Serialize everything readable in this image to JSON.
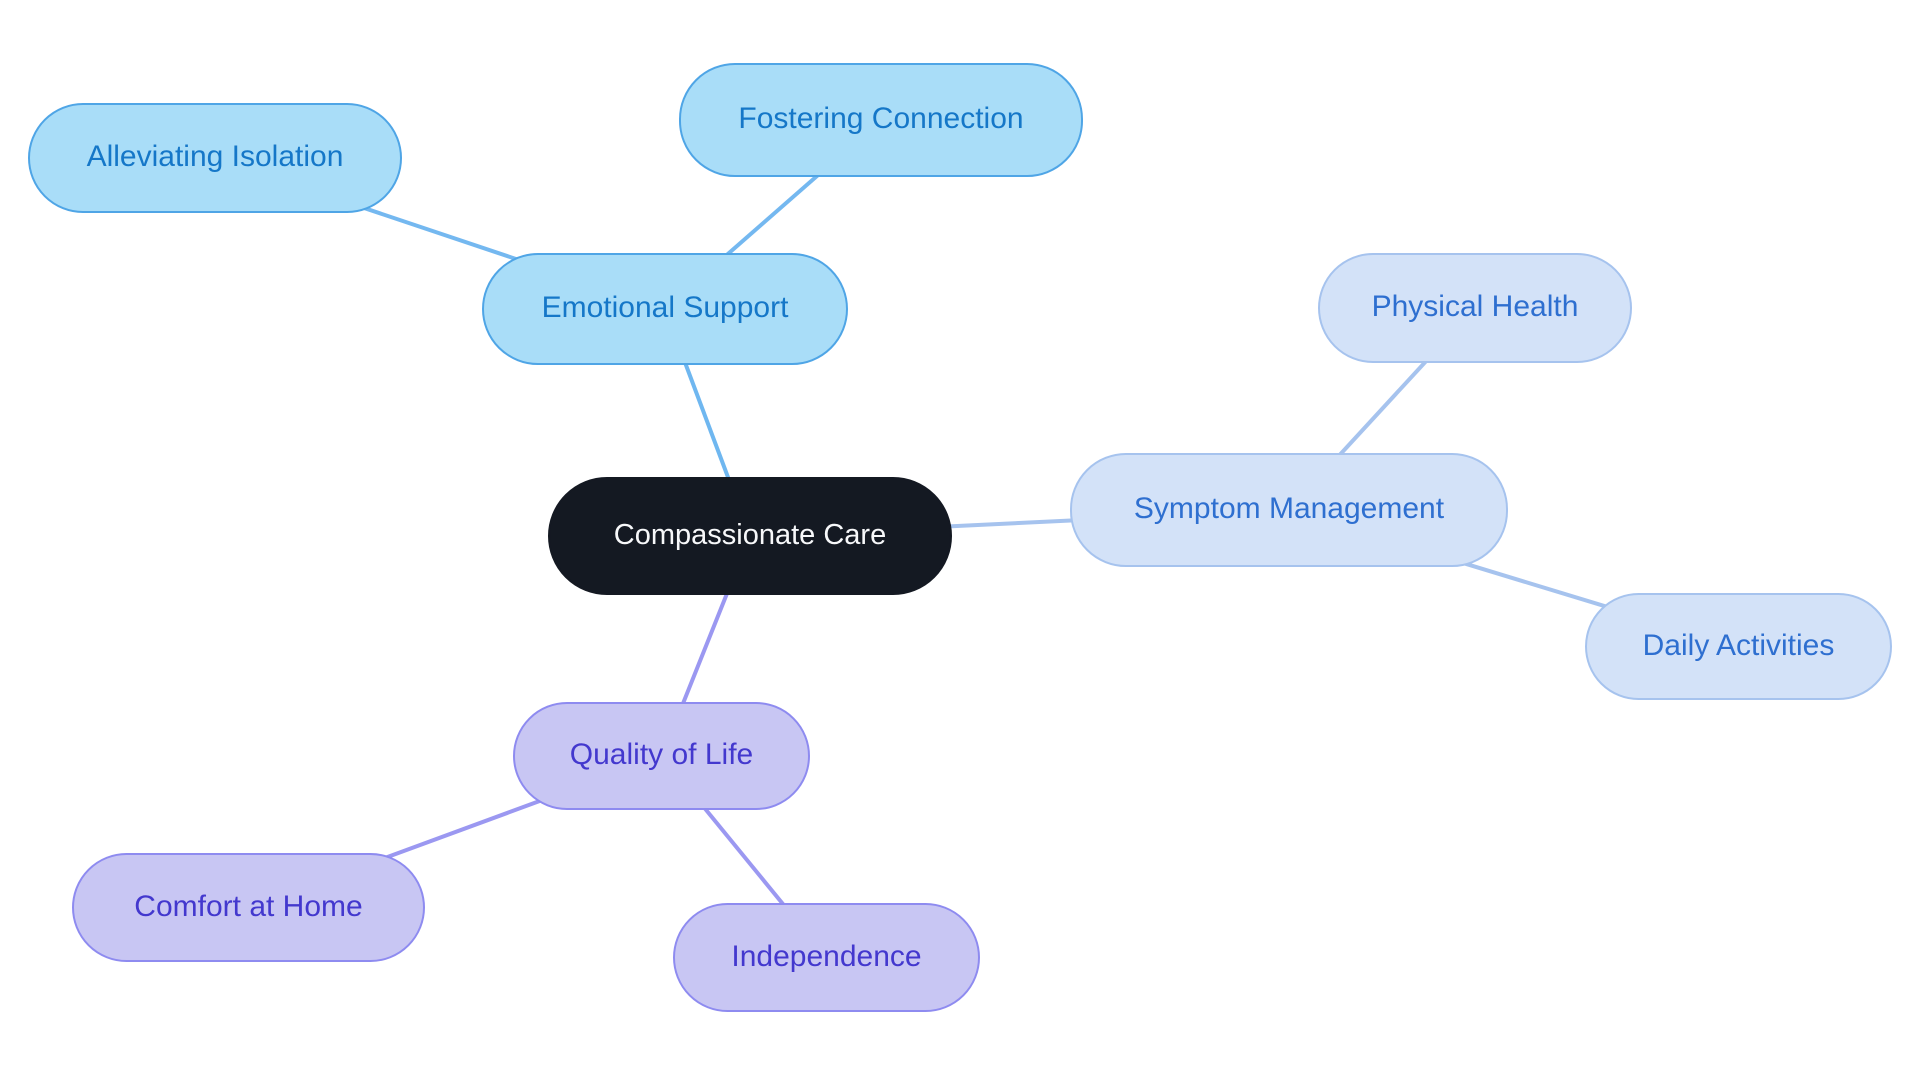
{
  "canvas": {
    "background": "#FFFFFF"
  },
  "nodes": {
    "central": {
      "label": "Compassionate Care",
      "fill": "#141922",
      "border": "#141922",
      "text": "#F7F8FA"
    },
    "emotional_support": {
      "label": "Emotional Support",
      "fill": "#A9DDF8",
      "border": "#4FA5E6",
      "text": "#1577C8"
    },
    "alleviating_isolation": {
      "label": "Alleviating Isolation",
      "fill": "#A9DDF8",
      "border": "#4FA5E6",
      "text": "#1577C8"
    },
    "fostering_connection": {
      "label": "Fostering Connection",
      "fill": "#A9DDF8",
      "border": "#4FA5E6",
      "text": "#1577C8"
    },
    "symptom_management": {
      "label": "Symptom Management",
      "fill": "#D3E2F8",
      "border": "#A6C3EE",
      "text": "#2E6FD0"
    },
    "physical_health": {
      "label": "Physical Health",
      "fill": "#D3E2F8",
      "border": "#A6C3EE",
      "text": "#2E6FD0"
    },
    "daily_activities": {
      "label": "Daily Activities",
      "fill": "#D3E2F8",
      "border": "#A6C3EE",
      "text": "#2E6FD0"
    },
    "quality_of_life": {
      "label": "Quality of Life",
      "fill": "#C8C6F3",
      "border": "#8E8BF0",
      "text": "#4338CE"
    },
    "comfort_at_home": {
      "label": "Comfort at Home",
      "fill": "#C8C6F3",
      "border": "#8E8BF0",
      "text": "#4338CE"
    },
    "independence": {
      "label": "Independence",
      "fill": "#C8C6F3",
      "border": "#8E8BF0",
      "text": "#4338CE"
    }
  },
  "edges": [
    {
      "from": "central",
      "to": "emotional_support",
      "color": "#6FB7F0"
    },
    {
      "from": "emotional_support",
      "to": "alleviating_isolation",
      "color": "#74B8F0"
    },
    {
      "from": "emotional_support",
      "to": "fostering_connection",
      "color": "#74B8F0"
    },
    {
      "from": "central",
      "to": "symptom_management",
      "color": "#A6C3EE"
    },
    {
      "from": "symptom_management",
      "to": "physical_health",
      "color": "#A6C3EE"
    },
    {
      "from": "symptom_management",
      "to": "daily_activities",
      "color": "#A6C3EE"
    },
    {
      "from": "central",
      "to": "quality_of_life",
      "color": "#9B98F1"
    },
    {
      "from": "quality_of_life",
      "to": "comfort_at_home",
      "color": "#9B98F1"
    },
    {
      "from": "quality_of_life",
      "to": "independence",
      "color": "#9B98F1"
    }
  ]
}
